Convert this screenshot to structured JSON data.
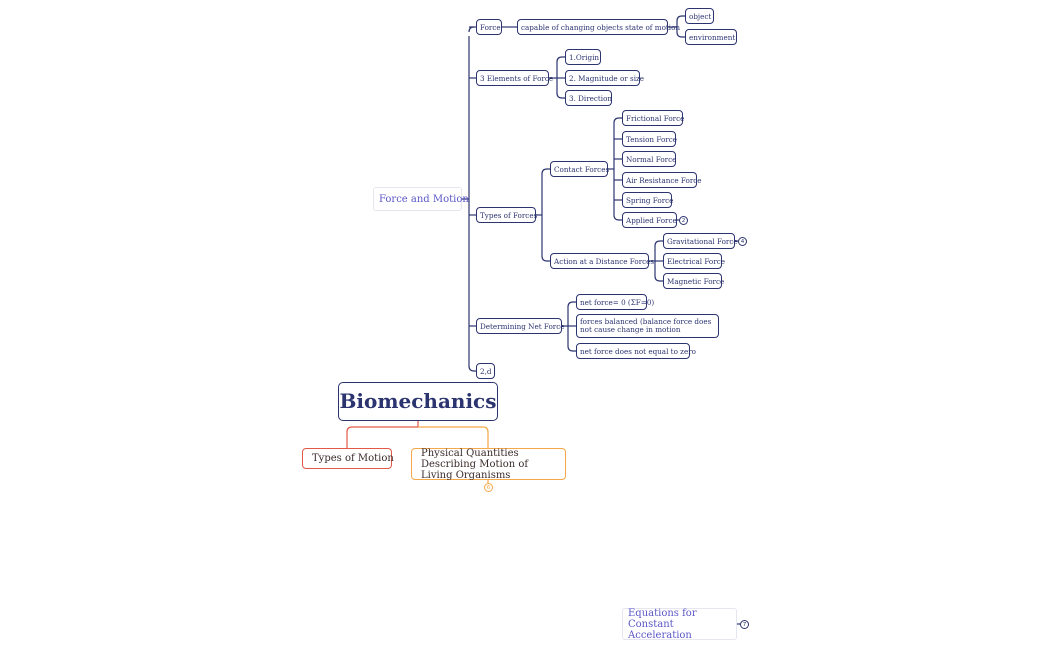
{
  "root": {
    "label": "Biomechanics"
  },
  "topic_force_motion": {
    "label": "Force and Motion"
  },
  "nodes": {
    "force": "Force",
    "capable": "capable of changing objects state of motion",
    "object": "object",
    "environment": "environment",
    "three_elements": "3 Elements of Force",
    "origin": "1.Origin",
    "magnitude": "2. Magnitude or size",
    "direction": "3. Direction",
    "types_of_forces": "Types of Forces",
    "contact_forces": "Contact Forces",
    "frictional": "Frictional Force",
    "tension": "Tension Force",
    "normal": "Normal Force",
    "air_resistance": "Air Resistance Force",
    "spring": "Spring Force",
    "applied": "Applied Force",
    "action_distance": "Action at a Distance Forces",
    "gravitational": "Gravitational Force",
    "electrical": "Electrical Force",
    "magnetic": "Magnetic Force",
    "net_force": "Determining Net Force",
    "net_zero": "net force= 0 (ΣF=0)",
    "balanced": "forces balanced (balance force does not cause  change in motion",
    "not_zero": "net force does not equal to zero",
    "two_d": "2,d"
  },
  "types_of_motion": {
    "label": "Types of Motion"
  },
  "physical_quantities": {
    "label": "Physical Quantities Describing Motion of Living Organisms"
  },
  "equations": {
    "label": "Equations for Constant Acceleration"
  },
  "badges": {
    "applied": "2",
    "gravitational": "4",
    "physical": "6",
    "equations": "7"
  },
  "colors": {
    "navy": "#2c3470",
    "topic_text": "#5b57c7",
    "red": "#e05a47",
    "orange": "#f5a84a"
  }
}
